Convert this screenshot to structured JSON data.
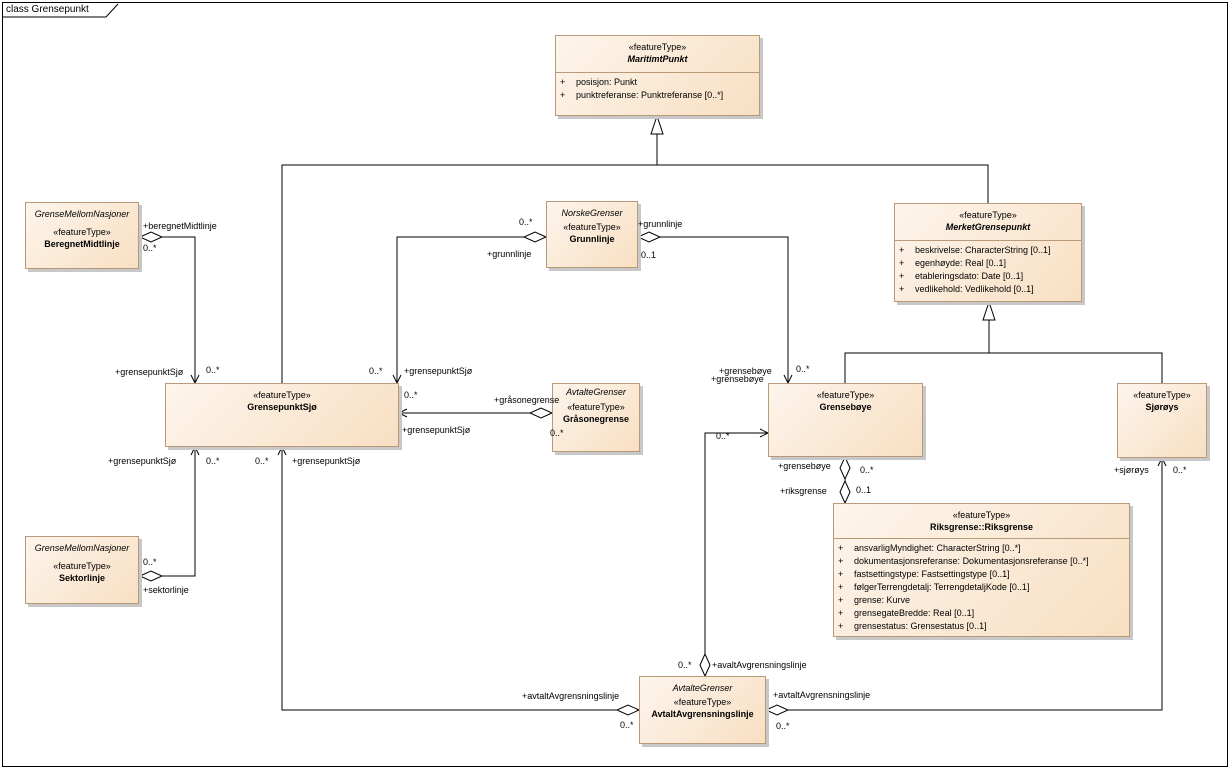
{
  "frame": {
    "title": "class Grensepunkt"
  },
  "classes": {
    "maritimt": {
      "stereo": "«featureType»",
      "name": "MaritimtPunkt",
      "attrs": [
        {
          "vis": "+",
          "text": "posisjon: Punkt"
        },
        {
          "vis": "+",
          "text": "punktreferanse: Punktreferanse [0..*]"
        }
      ]
    },
    "merket": {
      "stereo": "«featureType»",
      "name": "MerketGrensepunkt",
      "attrs": [
        {
          "vis": "+",
          "text": "beskrivelse: CharacterString [0..1]"
        },
        {
          "vis": "+",
          "text": "egenhøyde: Real [0..1]"
        },
        {
          "vis": "+",
          "text": "etableringsdato: Date [0..1]"
        },
        {
          "vis": "+",
          "text": "vedlikehold: Vedlikehold [0..1]"
        }
      ]
    },
    "beregnet": {
      "pkg": "GrenseMellomNasjoner",
      "stereo": "«featureType»",
      "name": "BeregnetMidtlinje"
    },
    "grunnlinje": {
      "pkg": "NorskeGrenser",
      "stereo": "«featureType»",
      "name": "Grunnlinje"
    },
    "grensepunkt": {
      "stereo": "«featureType»",
      "name": "GrensepunktSjø"
    },
    "graasone": {
      "pkg": "AvtalteGrenser",
      "stereo": "«featureType»",
      "name": "Gråsonegrense"
    },
    "grensebøye": {
      "stereo": "«featureType»",
      "name": "Grensebøye"
    },
    "sjøroys": {
      "stereo": "«featureType»",
      "name": "Sjørøys"
    },
    "sektor": {
      "pkg": "GrenseMellomNasjoner",
      "stereo": "«featureType»",
      "name": "Sektorlinje"
    },
    "riksgrense": {
      "stereo": "«featureType»",
      "name": "Riksgrense::Riksgrense",
      "attrs": [
        {
          "vis": "+",
          "text": "ansvarligMyndighet: CharacterString [0..*]"
        },
        {
          "vis": "+",
          "text": "dokumentasjonsreferanse: Dokumentasjonsreferanse [0..*]"
        },
        {
          "vis": "+",
          "text": "fastsettingstype: Fastsettingstype [0..1]"
        },
        {
          "vis": "+",
          "text": "følgerTerrengdetalj: TerrengdetaljKode [0..1]"
        },
        {
          "vis": "+",
          "text": "grense: Kurve"
        },
        {
          "vis": "+",
          "text": "grensegateBredde: Real [0..1]"
        },
        {
          "vis": "+",
          "text": "grensestatus: Grensestatus [0..1]"
        }
      ]
    },
    "avtalt": {
      "pkg": "AvtalteGrenser",
      "stereo": "«featureType»",
      "name": "AvtaltAvgrensningslinje"
    }
  },
  "labels": {
    "beregnet_role": "+beregnetMidtlinje",
    "beregnet_mult": "0..*",
    "gp_role_top1": "+grensepunktSjø",
    "gp_mult_top1": "0..*",
    "grunn_mult_left": "0..*",
    "grunn_role_left": "+grunnlinje",
    "grunn_role_right": "+grunnlinje",
    "grunn_mult_right": "0..1",
    "gp_mult_top2": "0..*",
    "gp_role_top2": "+grensepunktSjø",
    "gp_mult_right": "0..*",
    "gp_role_right": "+grensepunktSjø",
    "gs_role": "+gråsonegrense",
    "gs_mult": "0..*",
    "gb_role_top1": "+grensebøye",
    "gb_role_top2": "+grensebøye",
    "gb_mult_top": "0..*",
    "gb_mult_left": "0..*",
    "gb_role_bottom": "+grensebøye",
    "gb_mult_bottom": "0..*",
    "rg_role": "+riksgrense",
    "rg_mult": "0..1",
    "gp_role_bl": "+grensepunktSjø",
    "gp_mult_bl": "0..*",
    "gp_mult_bm": "0..*",
    "gp_role_bm": "+grensepunktSjø",
    "sektor_mult": "0..*",
    "sektor_role": "+sektorlinje",
    "sj_role": "+sjørøys",
    "sj_mult": "0..*",
    "av_mult_top": "0..*",
    "av_role_top": "+avaltAvgrensningslinje",
    "av_role_left": "+avtaltAvgrensningslinje",
    "av_mult_left": "0..*",
    "av_role_right": "+avtaltAvgrensningslinje",
    "av_mult_right": "0..*"
  }
}
